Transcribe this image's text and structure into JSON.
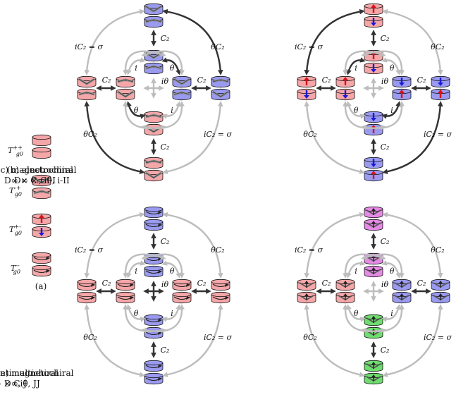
{
  "colors": {
    "red": "#f5a6a8",
    "red_dark": "#e4686c",
    "blue": "#9a9af0",
    "blue_dark": "#5a5ad6",
    "magenta": "#e48ae4",
    "green": "#6edc6e",
    "gray_fill": "#b0b0b0",
    "arrow_dark": "#333333",
    "arrow_light": "#bdbdbd",
    "arrow_red": "#d8121a",
    "arrow_blue": "#1a1ad8"
  },
  "legend": {
    "items": [
      {
        "sup": "++",
        "label_base": "T",
        "label_sub": "g0",
        "kind": "plain"
      },
      {
        "sup": "-+",
        "label_base": "T",
        "label_sub": "g0",
        "kind": "electro"
      },
      {
        "sup": "+-",
        "label_base": "T",
        "label_sub": "g0",
        "kind": "magneto"
      },
      {
        "sup": "--",
        "label_base": "T",
        "label_sub": "g0",
        "kind": "antimag"
      }
    ],
    "caption": "(a)"
  },
  "panels": {
    "b": {
      "caption_line1": "(b) electrochiral",
      "caption_line2": "D∞ × Cθ, i-II",
      "labels": {
        "tl": "iC₂ = σ",
        "tr": "θC₂",
        "bl": "θC₂",
        "br": "iC₂ = σ",
        "c2_top": "C₂",
        "c2_bottom": "C₂",
        "c2_left": "C₂",
        "c2_right": "C₂",
        "i_top": "i",
        "theta_top": "θ",
        "theta_bottom": "θ",
        "i_bottom": "i",
        "center": "iθ"
      }
    },
    "c": {
      "caption_line1": "(c) magnetochiral",
      "caption_line2": "D∞ × Cᵢ, ii-I",
      "labels": {
        "tl": "iC₂ = σ",
        "tr": "θC₂",
        "bl": "θC₂",
        "br": "iC₂ = σ",
        "c2_top": "C₂",
        "c2_bottom": "C₂",
        "c2_left": "C₂",
        "c2_right": "C₂",
        "i_top": "i",
        "theta_top": "θ",
        "theta_bottom": "θ",
        "i_bottom": "i",
        "center": "iθ"
      }
    },
    "d": {
      "caption_line1": "(d) antimagnetochiral",
      "caption_line2": "D∞ × Ciθ, JJ",
      "labels": {
        "tl": "iC₂ = σ",
        "tr": "θC₂",
        "bl": "θC₂",
        "br": "iC₂ = σ",
        "c2_top": "C₂",
        "c2_bottom": "C₂",
        "c2_left": "C₂",
        "c2_right": "C₂",
        "i_top": "i",
        "theta_top": "θ",
        "theta_bottom": "θ",
        "i_bottom": "i",
        "center": "iθ"
      }
    },
    "e": {
      "caption_line1": "(e) multichiral",
      "caption_line2": "D∞, J",
      "labels": {
        "tl": "iC₂ = σ",
        "tr": "θC₂",
        "bl": "θC₂",
        "br": "iC₂ = σ",
        "c2_top": "C₂",
        "c2_bottom": "C₂",
        "c2_left": "C₂",
        "c2_right": "C₂",
        "i_top": "i",
        "theta_top": "θ",
        "theta_bottom": "θ",
        "i_bottom": "i",
        "center": "iθ"
      }
    }
  }
}
